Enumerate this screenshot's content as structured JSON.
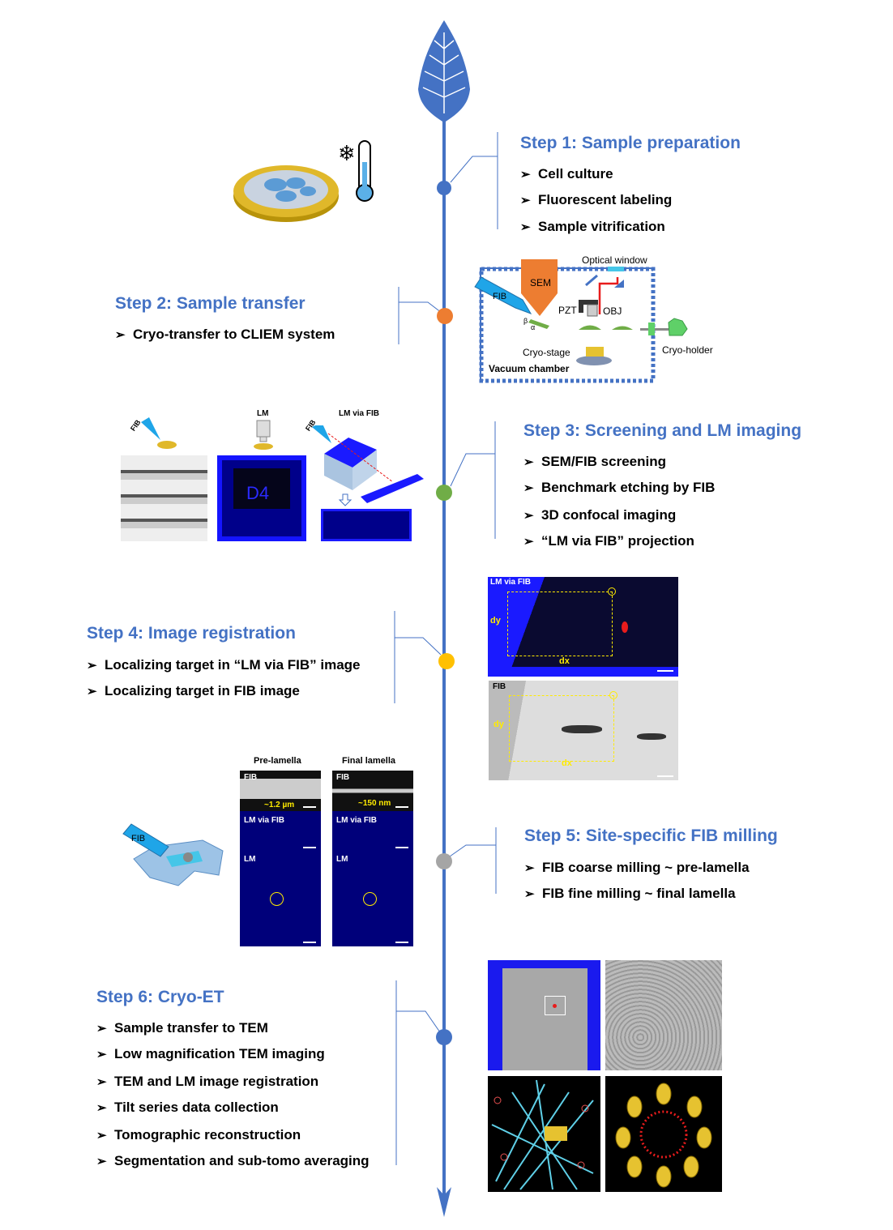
{
  "colors": {
    "timeline": "#4472c4",
    "heading": "#4472c4",
    "node_step1": "#4472c4",
    "node_step2": "#ed7d31",
    "node_step3": "#70ad47",
    "node_step4": "#ffc000",
    "node_step5": "#a5a5a5",
    "node_step6": "#4472c4"
  },
  "icons": {
    "top": "leaf-icon",
    "bottom": "arrowhead-icon",
    "bullet": "arrow-bullet-icon",
    "cold": "snowflake-thermometer-icon"
  },
  "bullet_glyph": "➢",
  "steps": [
    {
      "title": "Step 1: Sample preparation",
      "bullets": [
        "Cell culture",
        "Fluorescent labeling",
        "Sample vitrification"
      ]
    },
    {
      "title": "Step 2: Sample transfer",
      "bullets": [
        "Cryo-transfer to CLIEM system"
      ]
    },
    {
      "title": "Step 3: Screening and LM imaging",
      "bullets": [
        "SEM/FIB screening",
        "Benchmark etching by FIB",
        "3D confocal imaging",
        "“LM via FIB” projection"
      ]
    },
    {
      "title": "Step 4: Image registration",
      "bullets": [
        "Localizing target in “LM via FIB” image",
        "Localizing target in FIB image"
      ]
    },
    {
      "title": "Step 5: Site-specific FIB milling",
      "bullets": [
        "FIB coarse milling ~ pre-lamella",
        "FIB fine milling ~ final lamella"
      ]
    },
    {
      "title": "Step 6: Cryo-ET",
      "bullets": [
        "Sample transfer to TEM",
        "Low magnification TEM imaging",
        "TEM and LM image registration",
        "Tilt series data collection",
        "Tomographic reconstruction",
        "Segmentation and sub-tomo averaging"
      ]
    }
  ],
  "chamber": {
    "optical_window": "Optical window",
    "sem": "SEM",
    "fib": "FIB",
    "pzt": "PZT",
    "obj": "OBJ",
    "beta": "β",
    "alpha": "α",
    "cryo_stage": "Cryo-stage",
    "vacuum": "Vacuum chamber",
    "cryo_holder": "Cryo-holder"
  },
  "step3_fig": {
    "fib": "FIB",
    "lm": "LM",
    "lm_via_fib": "LM via FIB",
    "grid_label": "D4"
  },
  "step4_fig": {
    "top_label": "LM via FIB",
    "bottom_label": "FIB",
    "dx": "dx",
    "dy": "dy"
  },
  "step5_fig": {
    "fib": "FIB",
    "pre": "Pre-lamella",
    "final": "Final lamella",
    "fib_label": "FIB",
    "lm_via_fib": "LM via FIB",
    "lm": "LM",
    "pre_thickness": "~1.2 µm",
    "final_thickness": "~150 nm"
  }
}
